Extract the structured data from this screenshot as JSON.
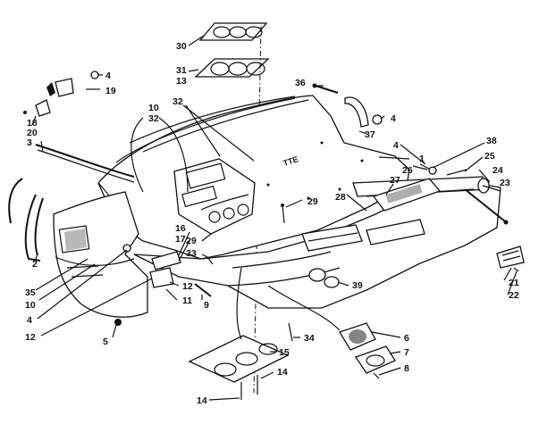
{
  "callouts": {
    "c30": "30",
    "c31": "31",
    "c13": "13",
    "c4a": "4",
    "c19": "19",
    "c36": "36",
    "c4b": "4",
    "c37": "37",
    "c18": "18",
    "c20": "20",
    "c3": "3",
    "c10a": "10",
    "c32a": "32",
    "c32b": "32",
    "c1": "1",
    "c4c": "4",
    "c38": "38",
    "c26": "26",
    "c25": "25",
    "c24": "24",
    "c27": "27",
    "c23": "23",
    "c28": "28",
    "c29a": "29",
    "c16": "16",
    "c17": "17",
    "c29b": "29",
    "c33": "33",
    "c2": "2",
    "c35": "35",
    "c10b": "10",
    "c12a": "12",
    "c11": "11",
    "c9": "9",
    "c4d": "4",
    "c12b": "12",
    "c39": "39",
    "c21": "21",
    "c22": "22",
    "c5": "5",
    "c34": "34",
    "c6": "6",
    "c7": "7",
    "c15": "15",
    "c8": "8",
    "c14a": "14",
    "c14b": "14"
  },
  "decal_text": "TTE"
}
